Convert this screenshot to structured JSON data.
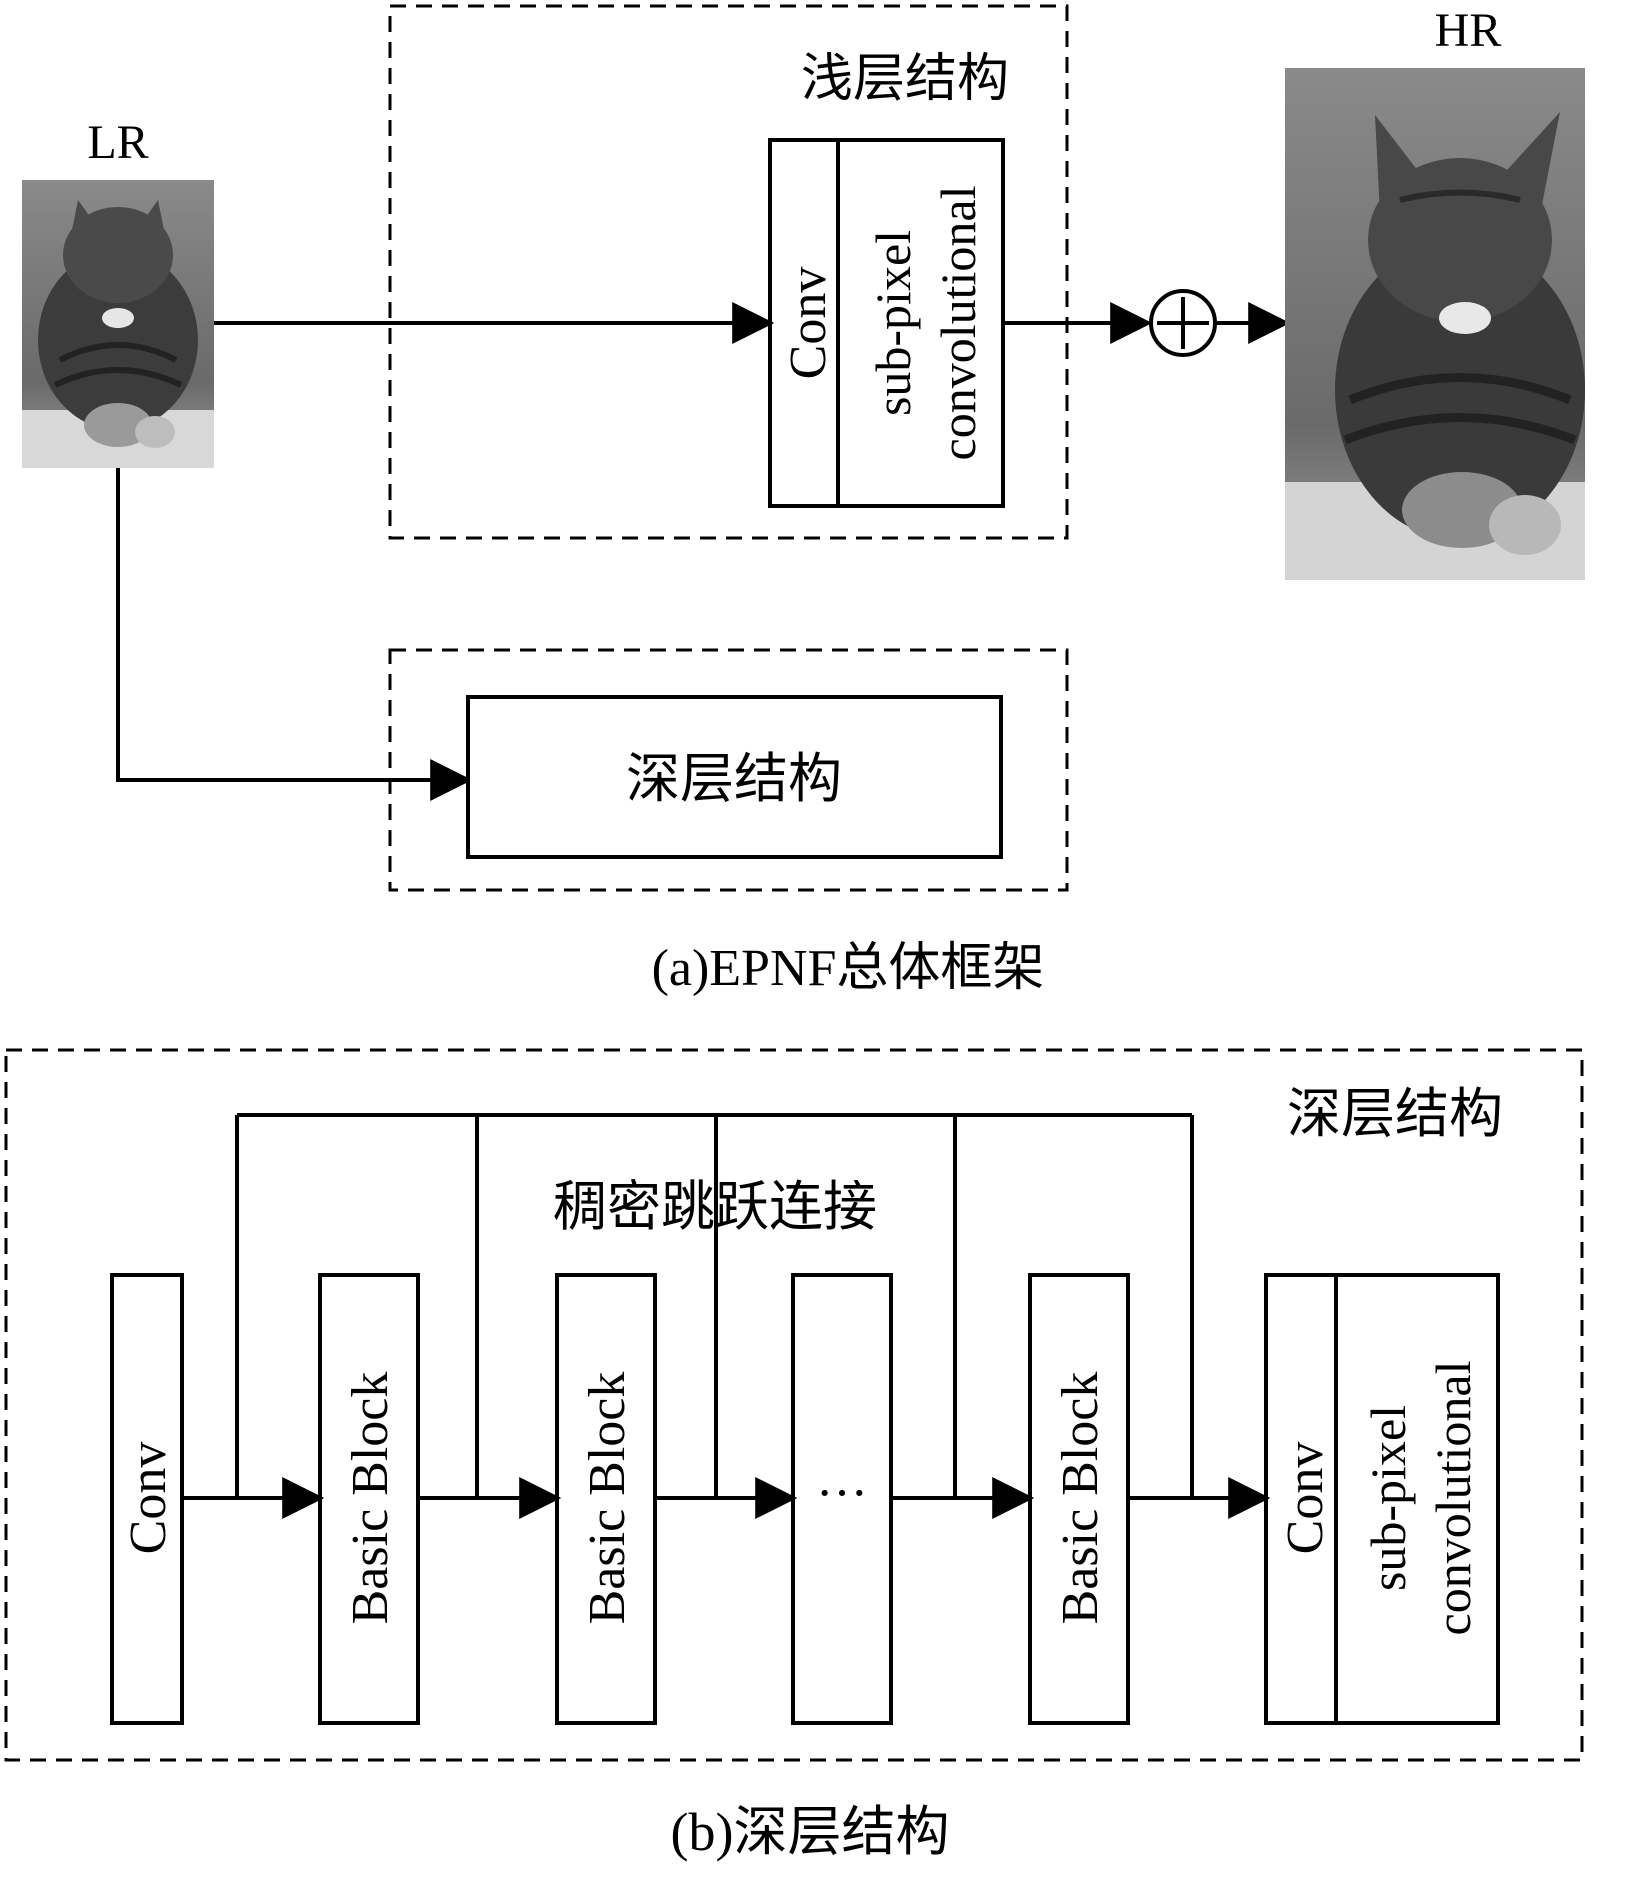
{
  "top": {
    "lr_label": "LR",
    "hr_label": "HR",
    "shallow_title": "浅层结构",
    "shallow_conv": "Conv",
    "shallow_subpixel_line1": "sub-pixel",
    "shallow_subpixel_line2": "convolutional",
    "deep_box_label": "深层结构",
    "caption": "(a)EPNF总体框架"
  },
  "bottom": {
    "title": "深层结构",
    "dense_label": "稠密跳跃连接",
    "blocks": [
      {
        "label": "Conv"
      },
      {
        "label": "Basic Block"
      },
      {
        "label": "Basic Block"
      },
      {
        "label": "···"
      },
      {
        "label": "Basic Block"
      }
    ],
    "final_conv": "Conv",
    "final_subpixel_line1": "sub-pixel",
    "final_subpixel_line2": "convolutional",
    "caption": "(b)深层结构"
  },
  "icons": {
    "sum": "circled-plus-icon",
    "lr_image": "cat-photo-low-res",
    "hr_image": "cat-photo-high-res"
  }
}
